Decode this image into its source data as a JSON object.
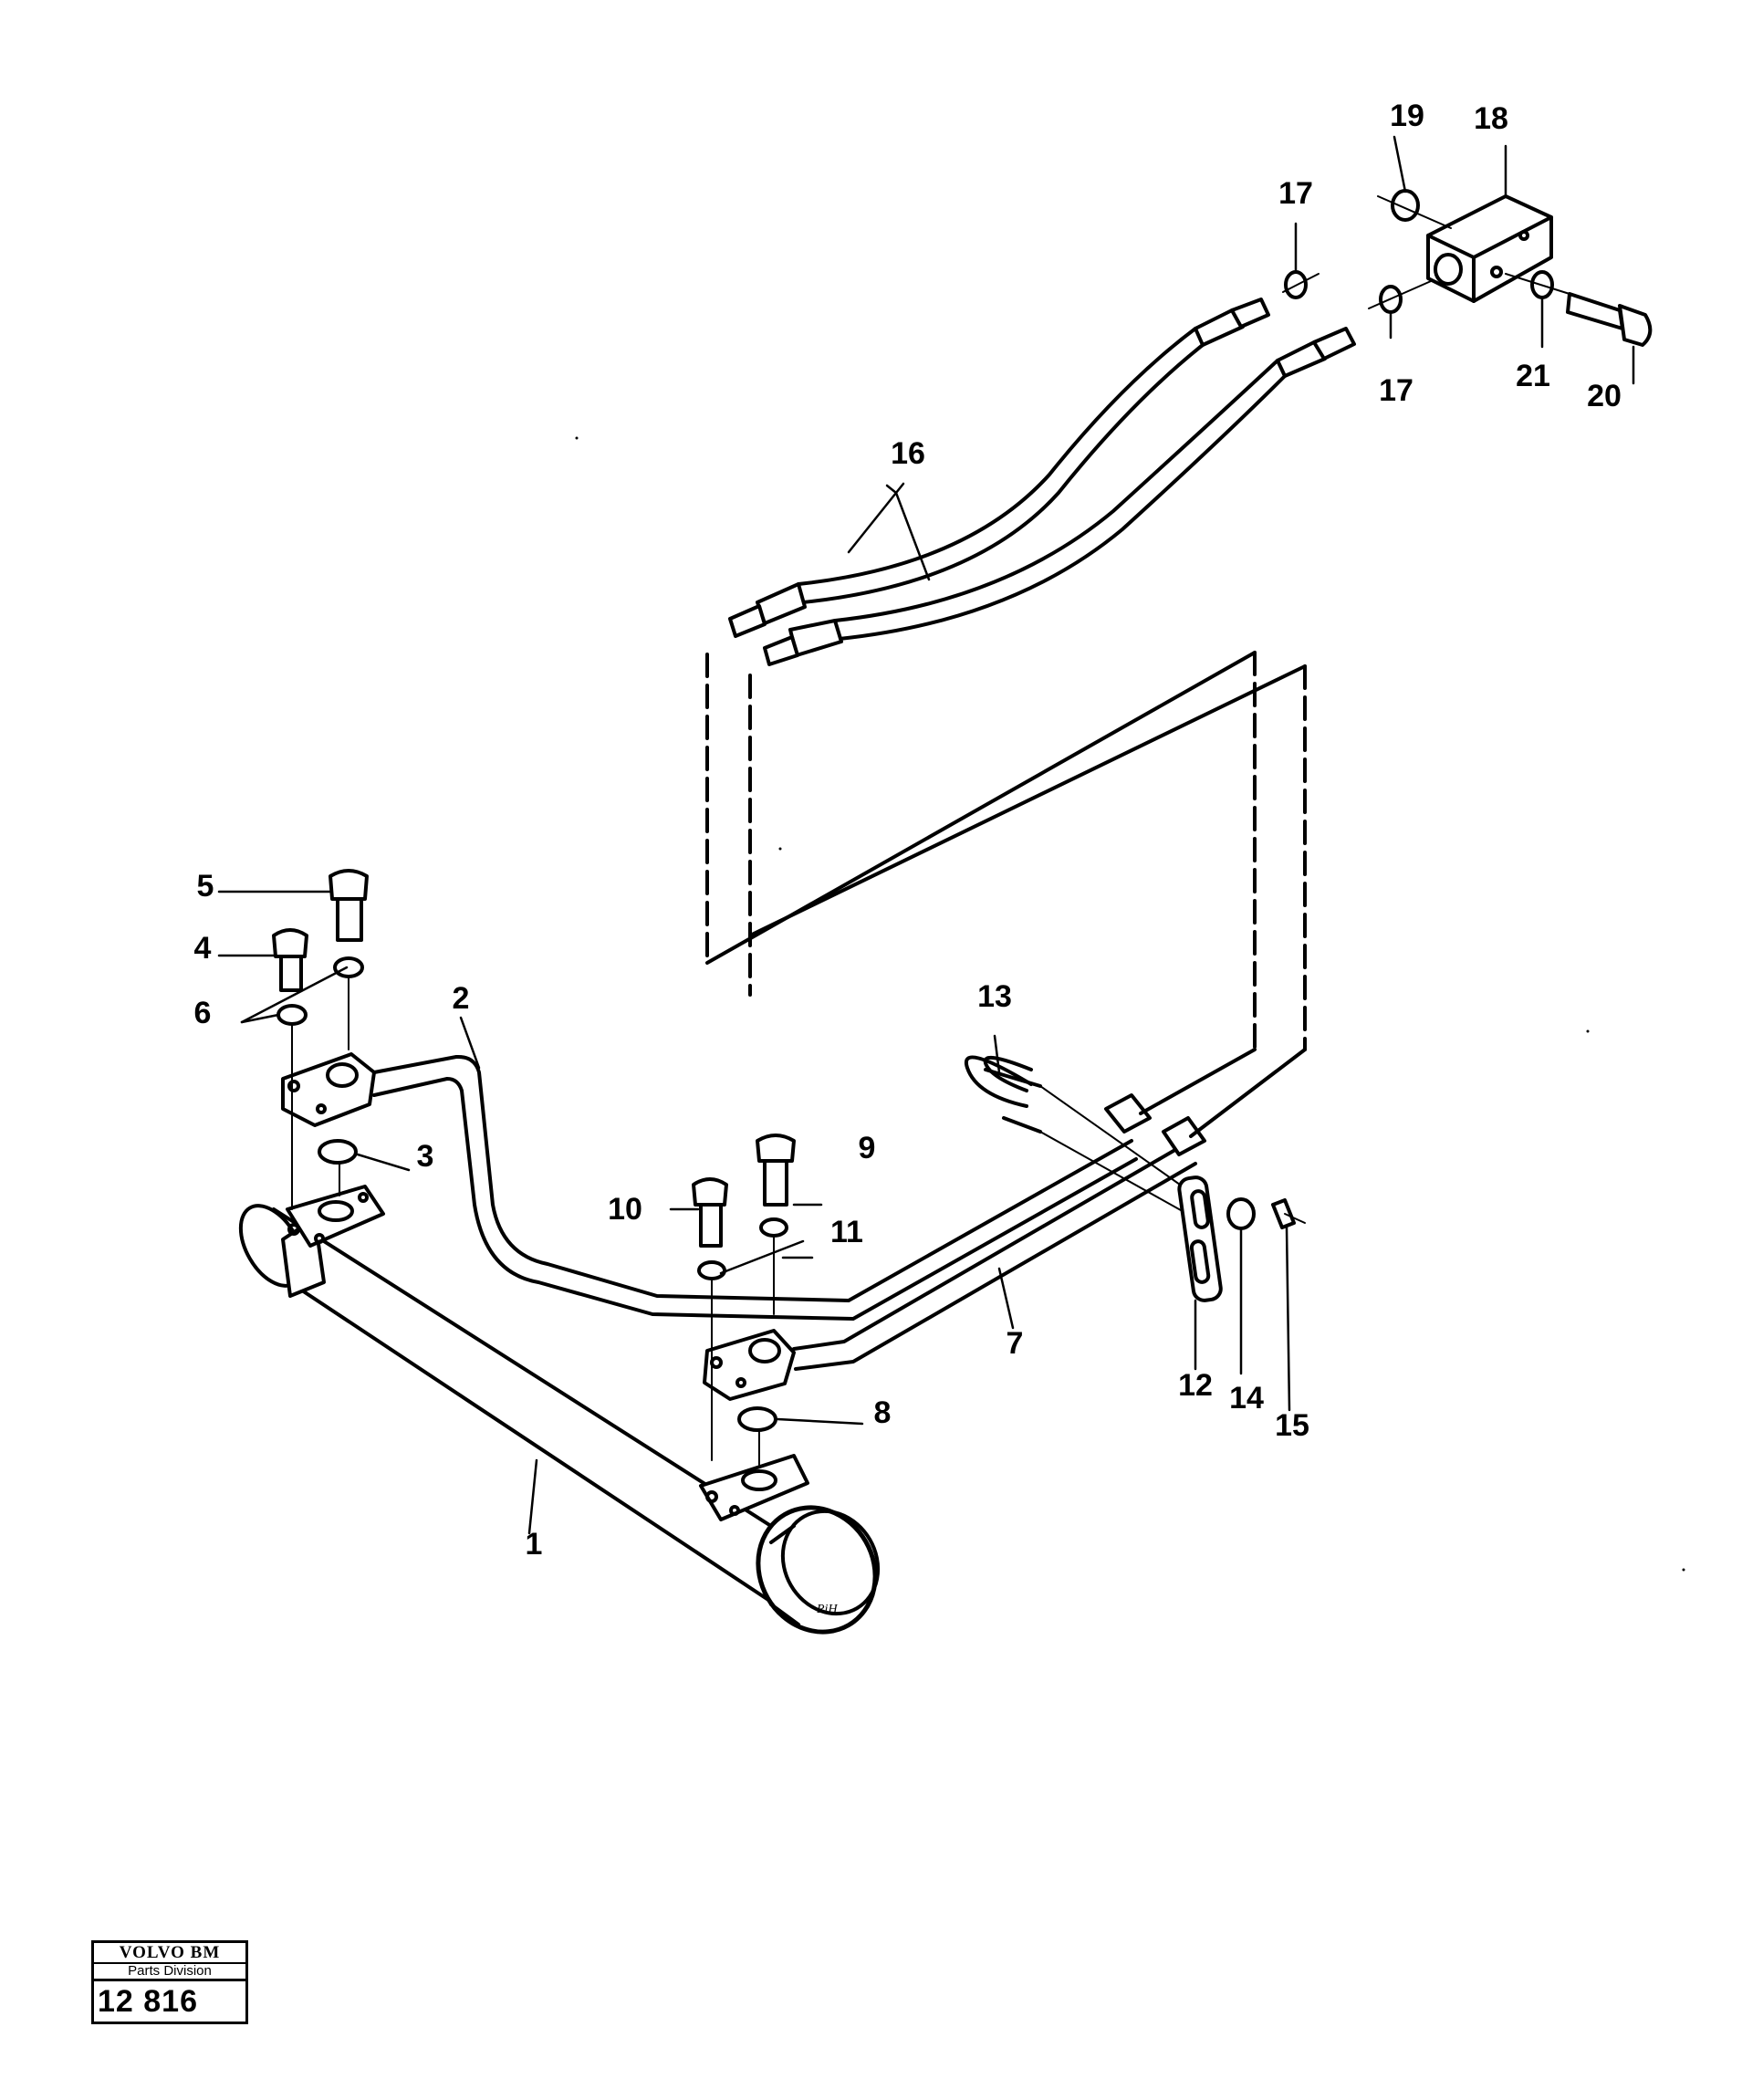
{
  "diagram": {
    "line_color": "#000000",
    "background": "#ffffff",
    "part_labels": [
      "1",
      "2",
      "3",
      "4",
      "5",
      "6",
      "7",
      "8",
      "9",
      "10",
      "11",
      "12",
      "13",
      "14",
      "15",
      "16",
      "17",
      "17",
      "18",
      "19",
      "20",
      "21"
    ],
    "artist_mark": "RiH",
    "stamp": {
      "brand": "VOLVO BM",
      "division": "Parts Division",
      "number": "12 816"
    }
  }
}
